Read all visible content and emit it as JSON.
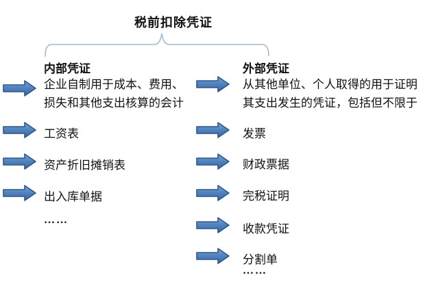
{
  "title": "税前扣除凭证",
  "left": {
    "heading": "内部凭证",
    "description": [
      "企业自制用于成本、费用、",
      "损失和其他支出核算的会计"
    ],
    "items": [
      "工资表",
      "资产折旧摊销表",
      "出入库单据"
    ],
    "ellipsis": "……"
  },
  "right": {
    "heading": "外部凭证",
    "description": [
      "从其他单位、个人取得的用于证明",
      "其支出发生的凭证，包括但不限于"
    ],
    "items": [
      "发票",
      "财政票据",
      "完税证明",
      "收款凭证",
      "分割单"
    ],
    "ellipsis": "……"
  },
  "icons": {
    "arrow": "right-block-arrow",
    "brace": "horizontal-curly-brace"
  },
  "colors": {
    "background": "#ffffff",
    "text": "#111111",
    "arrow_fill": "#4f81bd",
    "arrow_fill_light": "#7da3d4",
    "arrow_fill_dark": "#3e689e",
    "arrow_stroke": "#2e5689",
    "brace": "#a3b8cc"
  }
}
